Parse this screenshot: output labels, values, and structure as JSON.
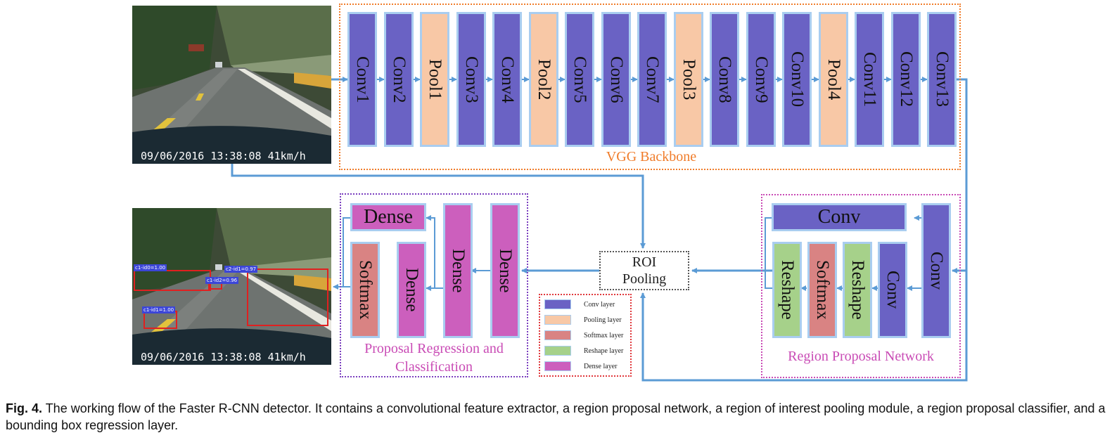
{
  "photos": {
    "input_timestamp": "09/06/2016 13:38:08 41km/h",
    "output_timestamp": "09/06/2016 13:38:08 41km/h",
    "detections": [
      {
        "tag": "c1-id0=1.00"
      },
      {
        "tag": "c2-id1=0.97"
      },
      {
        "tag": "c1-id2=0.96"
      },
      {
        "tag": "c1-id1=1.00"
      }
    ]
  },
  "backbone": {
    "label": "VGG Backbone",
    "color": "#f07c2a",
    "layers": [
      {
        "label": "Conv1",
        "type": "conv"
      },
      {
        "label": "Conv2",
        "type": "conv"
      },
      {
        "label": "Pool1",
        "type": "pool"
      },
      {
        "label": "Conv3",
        "type": "conv"
      },
      {
        "label": "Conv4",
        "type": "conv"
      },
      {
        "label": "Pool2",
        "type": "pool"
      },
      {
        "label": "Conv5",
        "type": "conv"
      },
      {
        "label": "Conv6",
        "type": "conv"
      },
      {
        "label": "Conv7",
        "type": "conv"
      },
      {
        "label": "Pool3",
        "type": "pool"
      },
      {
        "label": "Conv8",
        "type": "conv"
      },
      {
        "label": "Conv9",
        "type": "conv"
      },
      {
        "label": "Conv10",
        "type": "conv"
      },
      {
        "label": "Pool4",
        "type": "pool"
      },
      {
        "label": "Conv11",
        "type": "conv"
      },
      {
        "label": "Conv12",
        "type": "conv"
      },
      {
        "label": "Conv13",
        "type": "conv"
      }
    ]
  },
  "rpn": {
    "label": "Region Proposal Network",
    "color": "#c94bb5",
    "conv_top": "Conv",
    "conv_side": "Conv",
    "conv_inner": "Conv",
    "reshape1": "Reshape",
    "softmax": "Softmax",
    "reshape2": "Reshape"
  },
  "roi": {
    "line1": "ROI",
    "line2": "Pooling"
  },
  "head": {
    "label_line1": "Proposal Regression and",
    "label_line2": "Classification",
    "color": "#c94bb5",
    "dense_top": "Dense",
    "dense1": "Dense",
    "dense2": "Dense",
    "dense3": "Dense",
    "softmax": "Softmax"
  },
  "legend": {
    "items": [
      {
        "label": "Conv layer",
        "color": "#6a62c4"
      },
      {
        "label": "Pooling layer",
        "color": "#f8c8a6"
      },
      {
        "label": "Softmax layer",
        "color": "#d98383"
      },
      {
        "label": "Reshape layer",
        "color": "#a6d18a"
      },
      {
        "label": "Dense layer",
        "color": "#cc5fbd"
      }
    ]
  },
  "caption": {
    "fig_label": "Fig. 4.",
    "text": " The working flow of the Faster R-CNN detector. It contains a convolutional feature extractor, a region proposal network, a region of interest pooling module, a region proposal classifier, and a bounding box regression layer."
  },
  "colors": {
    "arrow": "#5b9bd5"
  }
}
